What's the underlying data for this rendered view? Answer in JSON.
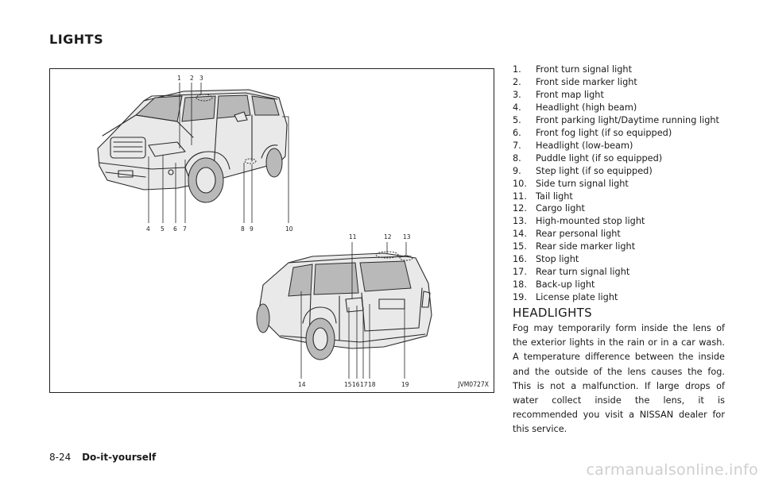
{
  "section": {
    "title": "LIGHTS"
  },
  "figure": {
    "code": "JVM0727X",
    "callouts": [
      "1",
      "2",
      "3",
      "4",
      "5",
      "6",
      "7",
      "8",
      "9",
      "10",
      "11",
      "12",
      "13",
      "14",
      "15",
      "16",
      "17",
      "18",
      "19"
    ]
  },
  "legend": [
    {
      "num": "1.",
      "text": "Front turn signal light"
    },
    {
      "num": "2.",
      "text": "Front side marker light"
    },
    {
      "num": "3.",
      "text": "Front map light"
    },
    {
      "num": "4.",
      "text": "Headlight (high beam)"
    },
    {
      "num": "5.",
      "text": "Front parking light/Daytime running light"
    },
    {
      "num": "6.",
      "text": "Front fog light (if so equipped)"
    },
    {
      "num": "7.",
      "text": "Headlight (low-beam)"
    },
    {
      "num": "8.",
      "text": "Puddle light (if so equipped)"
    },
    {
      "num": "9.",
      "text": "Step light (if so equipped)"
    },
    {
      "num": "10.",
      "text": "Side turn signal light"
    },
    {
      "num": "11.",
      "text": "Tail light"
    },
    {
      "num": "12.",
      "text": "Cargo light"
    },
    {
      "num": "13.",
      "text": "High-mounted stop light"
    },
    {
      "num": "14.",
      "text": "Rear personal light"
    },
    {
      "num": "15.",
      "text": "Rear side marker light"
    },
    {
      "num": "16.",
      "text": "Stop light"
    },
    {
      "num": "17.",
      "text": "Rear turn signal light"
    },
    {
      "num": "18.",
      "text": "Back-up light"
    },
    {
      "num": "19.",
      "text": "License plate light"
    }
  ],
  "headlights": {
    "heading": "HEADLIGHTS",
    "body": "Fog may temporarily form inside the lens of the exterior lights in the rain or in a car wash. A temperature difference between the inside and the outside of the lens causes the fog. This is not a malfunction. If large drops of water collect inside the lens, it is recommended you visit a NISSAN dealer for this service."
  },
  "footer": {
    "page": "8-24",
    "chapter": "Do-it-yourself"
  },
  "watermark": "carmanualsonline.info"
}
